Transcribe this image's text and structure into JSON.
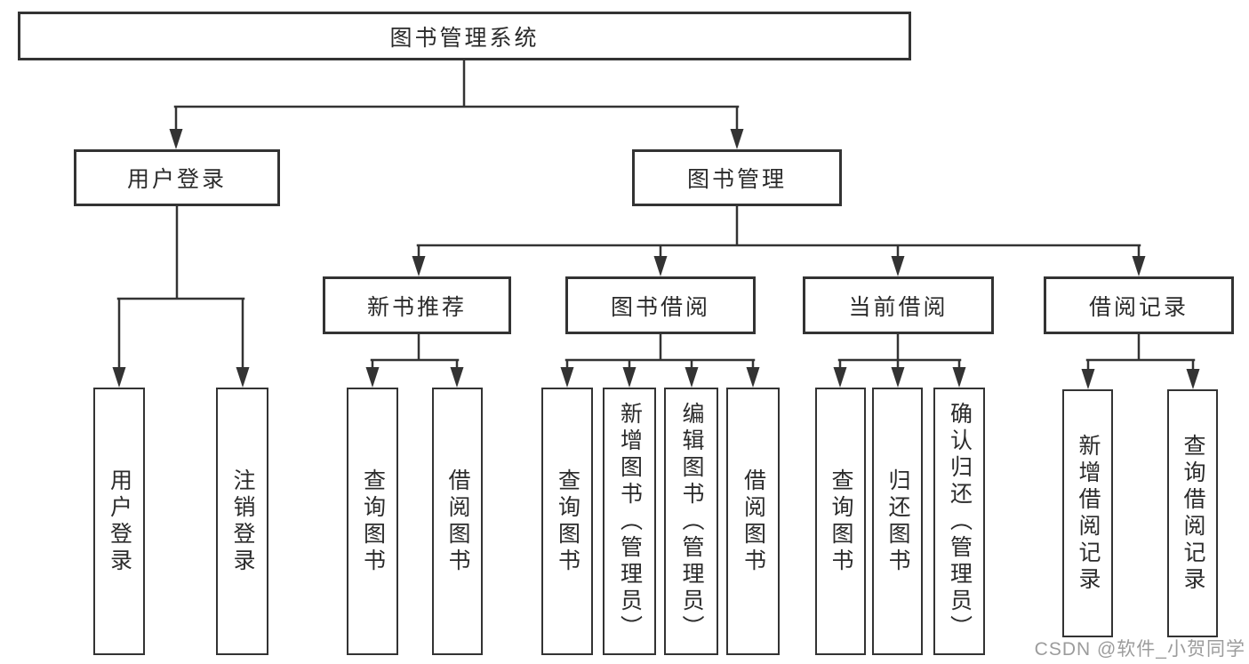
{
  "colors": {
    "line": "#333333",
    "box_background": "#ffffff",
    "text": "#2b2b2b",
    "watermark": "#9c9c9c"
  },
  "watermark": "CSDN @软件_小贺同学",
  "tree": {
    "label": "图书管理系统",
    "children": [
      {
        "label": "用户登录",
        "children": [
          {
            "label": "用户登录"
          },
          {
            "label": "注销登录"
          }
        ]
      },
      {
        "label": "图书管理",
        "children": [
          {
            "label": "新书推荐",
            "children": [
              {
                "label": "查询图书"
              },
              {
                "label": "借阅图书"
              }
            ]
          },
          {
            "label": "图书借阅",
            "children": [
              {
                "label": "查询图书"
              },
              {
                "label": "新增图书（管理员）"
              },
              {
                "label": "编辑图书（管理员）"
              },
              {
                "label": "借阅图书"
              }
            ]
          },
          {
            "label": "当前借阅",
            "children": [
              {
                "label": "查询图书"
              },
              {
                "label": "归还图书"
              },
              {
                "label": "确认归还（管理员）"
              }
            ]
          },
          {
            "label": "借阅记录",
            "children": [
              {
                "label": "新增借阅记录"
              },
              {
                "label": "查询借阅记录"
              }
            ]
          }
        ]
      }
    ]
  }
}
